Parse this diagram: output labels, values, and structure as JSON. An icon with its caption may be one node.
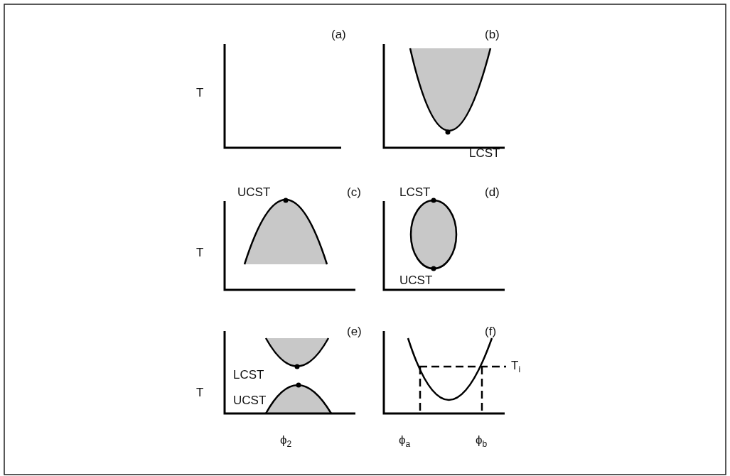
{
  "diagram": {
    "labels": [
      "(a)",
      "T",
      "(b)",
      "LCST",
      "(c)",
      "UCST",
      "T",
      "(d)",
      "LCST",
      "UCST",
      "(e)",
      "T",
      "LCST",
      "UCST",
      "(f)",
      "T$_{i}$",
      "ϕ$_{2}$",
      "ϕ$_{a}$",
      "ϕ$_{b}$"
    ]
  }
}
